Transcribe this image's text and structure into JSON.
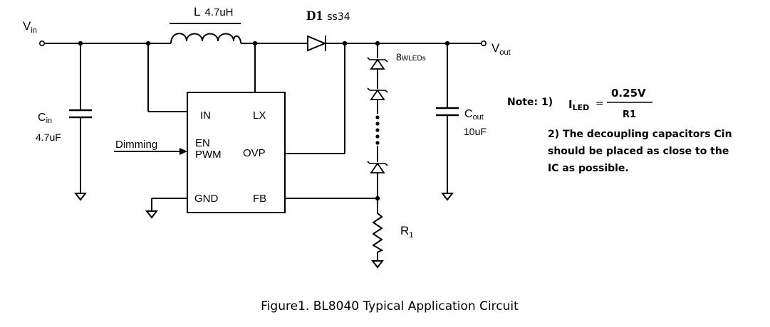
{
  "inductor": {
    "ref": "L",
    "value": "4.7uH"
  },
  "diode": {
    "ref": "D1",
    "part": "ss34"
  },
  "vin": {
    "main": "V",
    "sub": "in"
  },
  "vout": {
    "main": "V",
    "sub": "out"
  },
  "cin": {
    "main": "C",
    "sub": "in",
    "value": "4.7uF"
  },
  "cout": {
    "main": "C",
    "sub": "out",
    "value": "10uF"
  },
  "led_string": {
    "count": "8",
    "label": "WLEDs"
  },
  "resistor": {
    "main": "R",
    "sub": "1"
  },
  "dimming": "Dimming",
  "ic": {
    "pins": {
      "in": "IN",
      "lx": "LX",
      "en": "EN",
      "pwm": "PWM",
      "ovp": "OVP",
      "gnd": "GND",
      "fb": "FB"
    }
  },
  "note": {
    "prefix": "Note: 1)",
    "iled_main": "I",
    "iled_sub": "LED",
    "equals": "=",
    "numerator": "0.25V",
    "denominator": "R1",
    "line2": "2) The decoupling capacitors Cin",
    "line3": "should be placed as close to the",
    "line4": "IC as possible."
  },
  "caption": "Figure1. BL8040 Typical Application Circuit"
}
